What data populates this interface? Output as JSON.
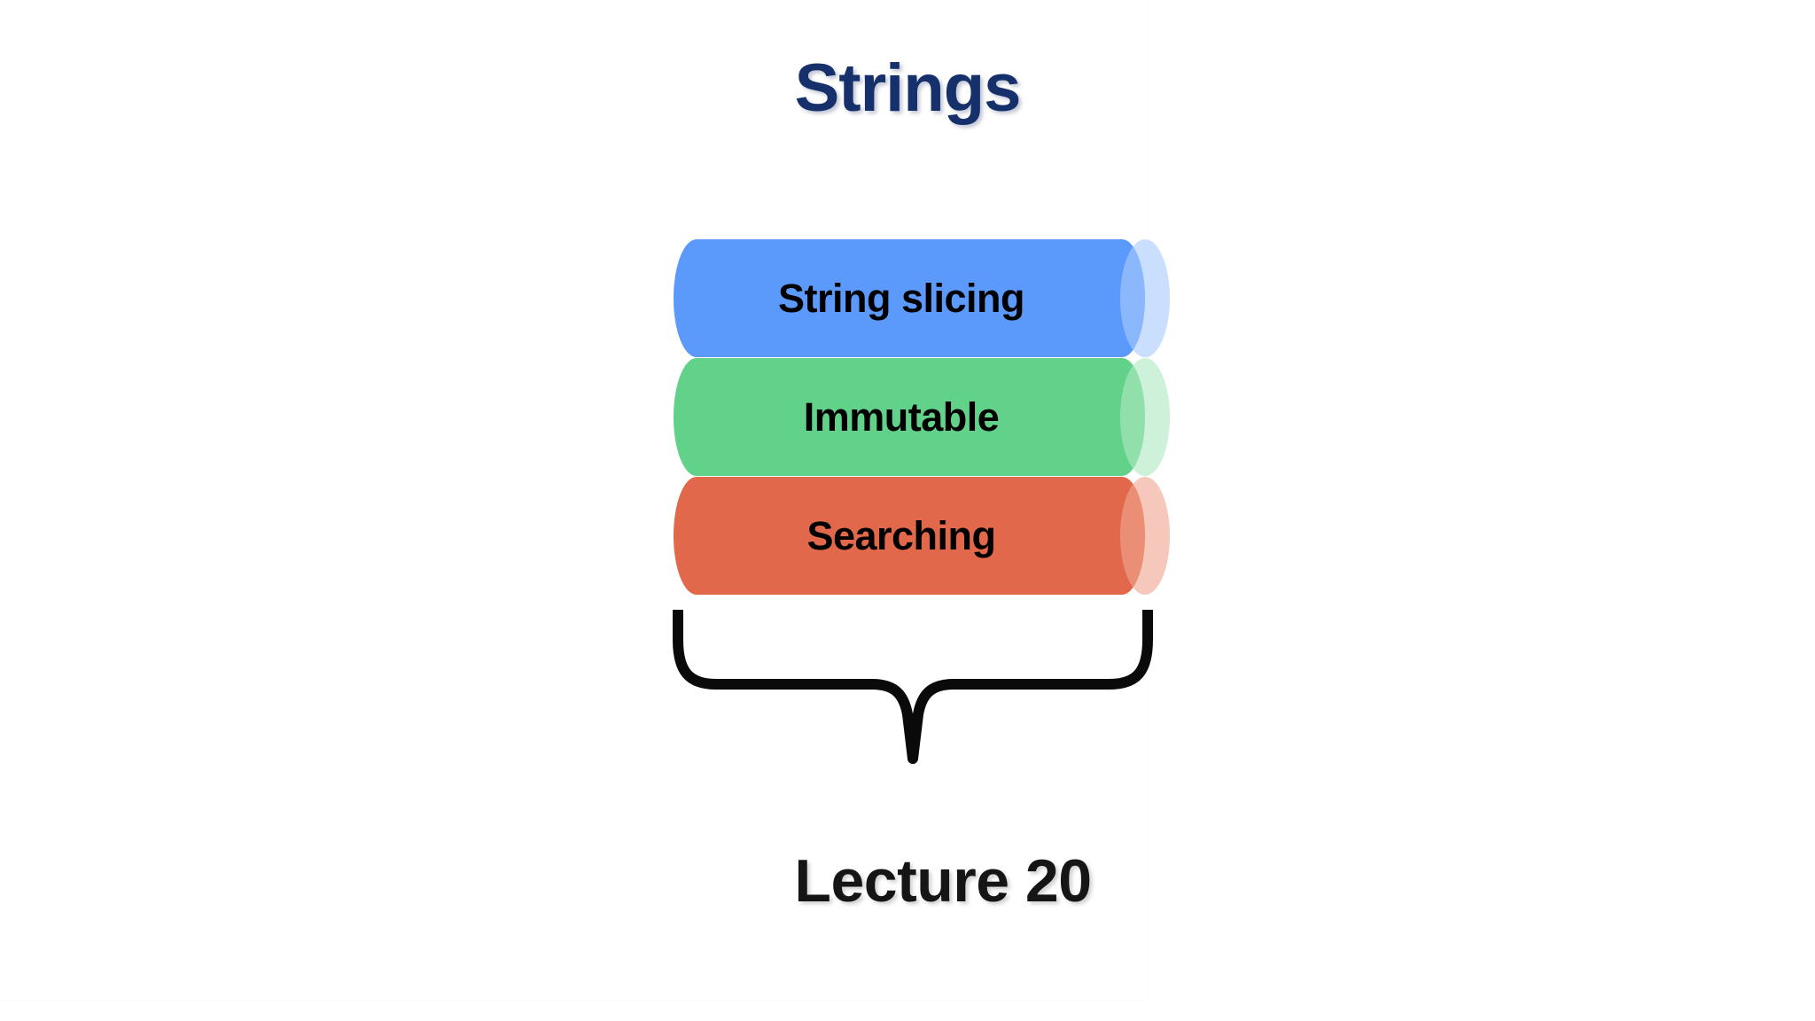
{
  "slide": {
    "title": "Strings",
    "title_color": "#16306B",
    "background_color": "#FFFFFF",
    "footer_label": "Lecture 20",
    "footer_color": "#151515"
  },
  "diagram": {
    "type": "stacked-cylinders",
    "brace_icon": "curly-brace-down-icon",
    "items": [
      {
        "label": "String slicing",
        "color": "#5B9AFB",
        "cap_color": "#A9CBFC",
        "order": 1
      },
      {
        "label": "Immutable",
        "color": "#62D189",
        "cap_color": "#AFE9C2",
        "order": 2
      },
      {
        "label": "Searching",
        "color": "#E2684B",
        "cap_color": "#F0A691",
        "order": 3
      }
    ]
  }
}
